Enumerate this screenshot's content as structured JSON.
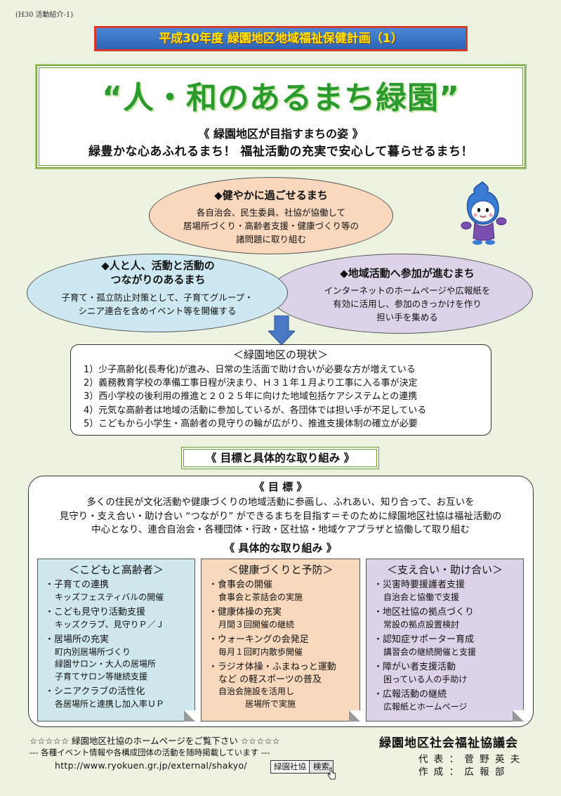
{
  "header": {
    "tag": "(H30 活動紹介-1)",
    "banner": "平成30年度 緑園地区地域福祉保健計画（1）"
  },
  "title": {
    "main": "“人・和のあるまち緑園”",
    "subhead": "《 緑園地区が目指すまちの姿 》",
    "slogan": "緑豊かな心あふれるまち！ 福祉活動の充実で安心して暮らせるまち！"
  },
  "ellipses": [
    {
      "heading": "◆健やかに過ごせるまち",
      "lines": [
        "各自治会、民生委員、社協が協働して",
        "居場所づくり・高齢者支援・健康づくり等の",
        "諸問題に取り組む"
      ]
    },
    {
      "heading1": "◆人と人、活動と活動の",
      "heading2": "つながりのあるまち",
      "lines": [
        "子育て・孤立防止対策として、子育てグループ・",
        "シニア連合を含めイベント等を開催する"
      ]
    },
    {
      "heading": "◆地域活動へ参加が進むまち",
      "lines": [
        "インターネットのホームページや広報紙を",
        "有効に活用し、参加のきっかけを作り",
        "担い手を集める"
      ]
    }
  ],
  "status": {
    "title": "＜緑園地区の現状＞",
    "items": [
      "1）少子高齢化(長寿化)が進み、日常の生活面で助け合いが必要な方が増えている",
      "2）義務教育学校の準備工事日程が決まり、Ｈ３１年１月より工事に入る事が決定",
      "3）西小学校の後利用の推進と２０２５年に向けた地域包括ケアシステムとの連携",
      "4）元気な高齢者は地域の活動に参加しているが、各団体では担い手が不足している",
      "5）こどもから小学生・高齢者の見守りの輪が広がり、推進支援体制の確立が必要"
    ]
  },
  "goals": {
    "section_title": "《 目標と具体的な取り組み 》",
    "goal_title": "《 目 標 》",
    "goal_lines": [
      "多くの住民が文化活動や健康づくりの地域活動に参画し、ふれあい、知り合って、お互いを",
      "見守り・支え合い・助け合い “つながり” ができるまちを目指す＝そのために緑園地区社協は福祉活動の",
      "中心となり、連合自治会・各種団体・行政・区社協・地域ケアプラザと協働して取り組む"
    ],
    "concrete_title": "《 具体的な取り組み 》"
  },
  "columns": [
    {
      "title": "＜こどもと高齢者＞",
      "items": [
        {
          "main": "・子育ての連携",
          "subs": [
            "キッズフェスティバルの開催"
          ]
        },
        {
          "main": "・こども見守り活動支援",
          "subs": [
            "キッズクラブ、見守りＰ／Ｊ"
          ]
        },
        {
          "main": "・居場所の充実",
          "subs": [
            "町内別居場所づくり",
            "緑園サロン・大人の居場所",
            "子育てサロン等継続支援"
          ]
        },
        {
          "main": "・シニアクラブの活性化",
          "subs": [
            "各居場所と連携し加入率ＵＰ"
          ]
        }
      ]
    },
    {
      "title": "＜健康づくりと予防＞",
      "items": [
        {
          "main": "・食事会の開催",
          "subs": [
            "食事会と茶話会の実施"
          ]
        },
        {
          "main": "・健康体操の充実",
          "subs": [
            "月間３回開催の継続"
          ]
        },
        {
          "main": "・ウォーキングの会発足",
          "subs": [
            "毎月１回町内散歩開催"
          ]
        },
        {
          "main": "・ラジオ体操・ふまねっと運動",
          "subs": [
            "など の軽スポーツの普及",
            "自治会施設を活用し",
            "居場所で実施"
          ]
        }
      ]
    },
    {
      "title": "＜支え合い・助け合い＞",
      "items": [
        {
          "main": "・災害時要援護者支援",
          "subs": [
            "自治会と協働で支援"
          ]
        },
        {
          "main": "・地区社協の拠点づくり",
          "subs": [
            "常設の拠点設置検討"
          ]
        },
        {
          "main": "・認知症サポーター育成",
          "subs": [
            "講習会の継続開催と支援"
          ]
        },
        {
          "main": "・障がい者支援活動",
          "subs": [
            "困っている人の手助け"
          ]
        },
        {
          "main": "・広報活動の継続",
          "subs": [
            "広報紙とホームページ"
          ]
        }
      ]
    }
  ],
  "footer": {
    "line1": "☆☆☆☆☆ 緑園地区社協のホームページをご覧下さい ☆☆☆☆☆",
    "line2": "--- 各種イベント情報や各構成団体の活動を随時掲載しています ---",
    "url": "http://www.ryokuen.gr.jp/external/shakyo/",
    "search_text": "緑園社協",
    "search_button": "検索",
    "org": "緑園地区社会福祉協議会",
    "rep": "代 表 ： 菅 野 英 夫",
    "author": "作 成 ： 広 報 部"
  },
  "colors": {
    "accent_green": "#2b9a2c",
    "banner_blue": "#2d63b3",
    "banner_text": "#ffe600"
  }
}
